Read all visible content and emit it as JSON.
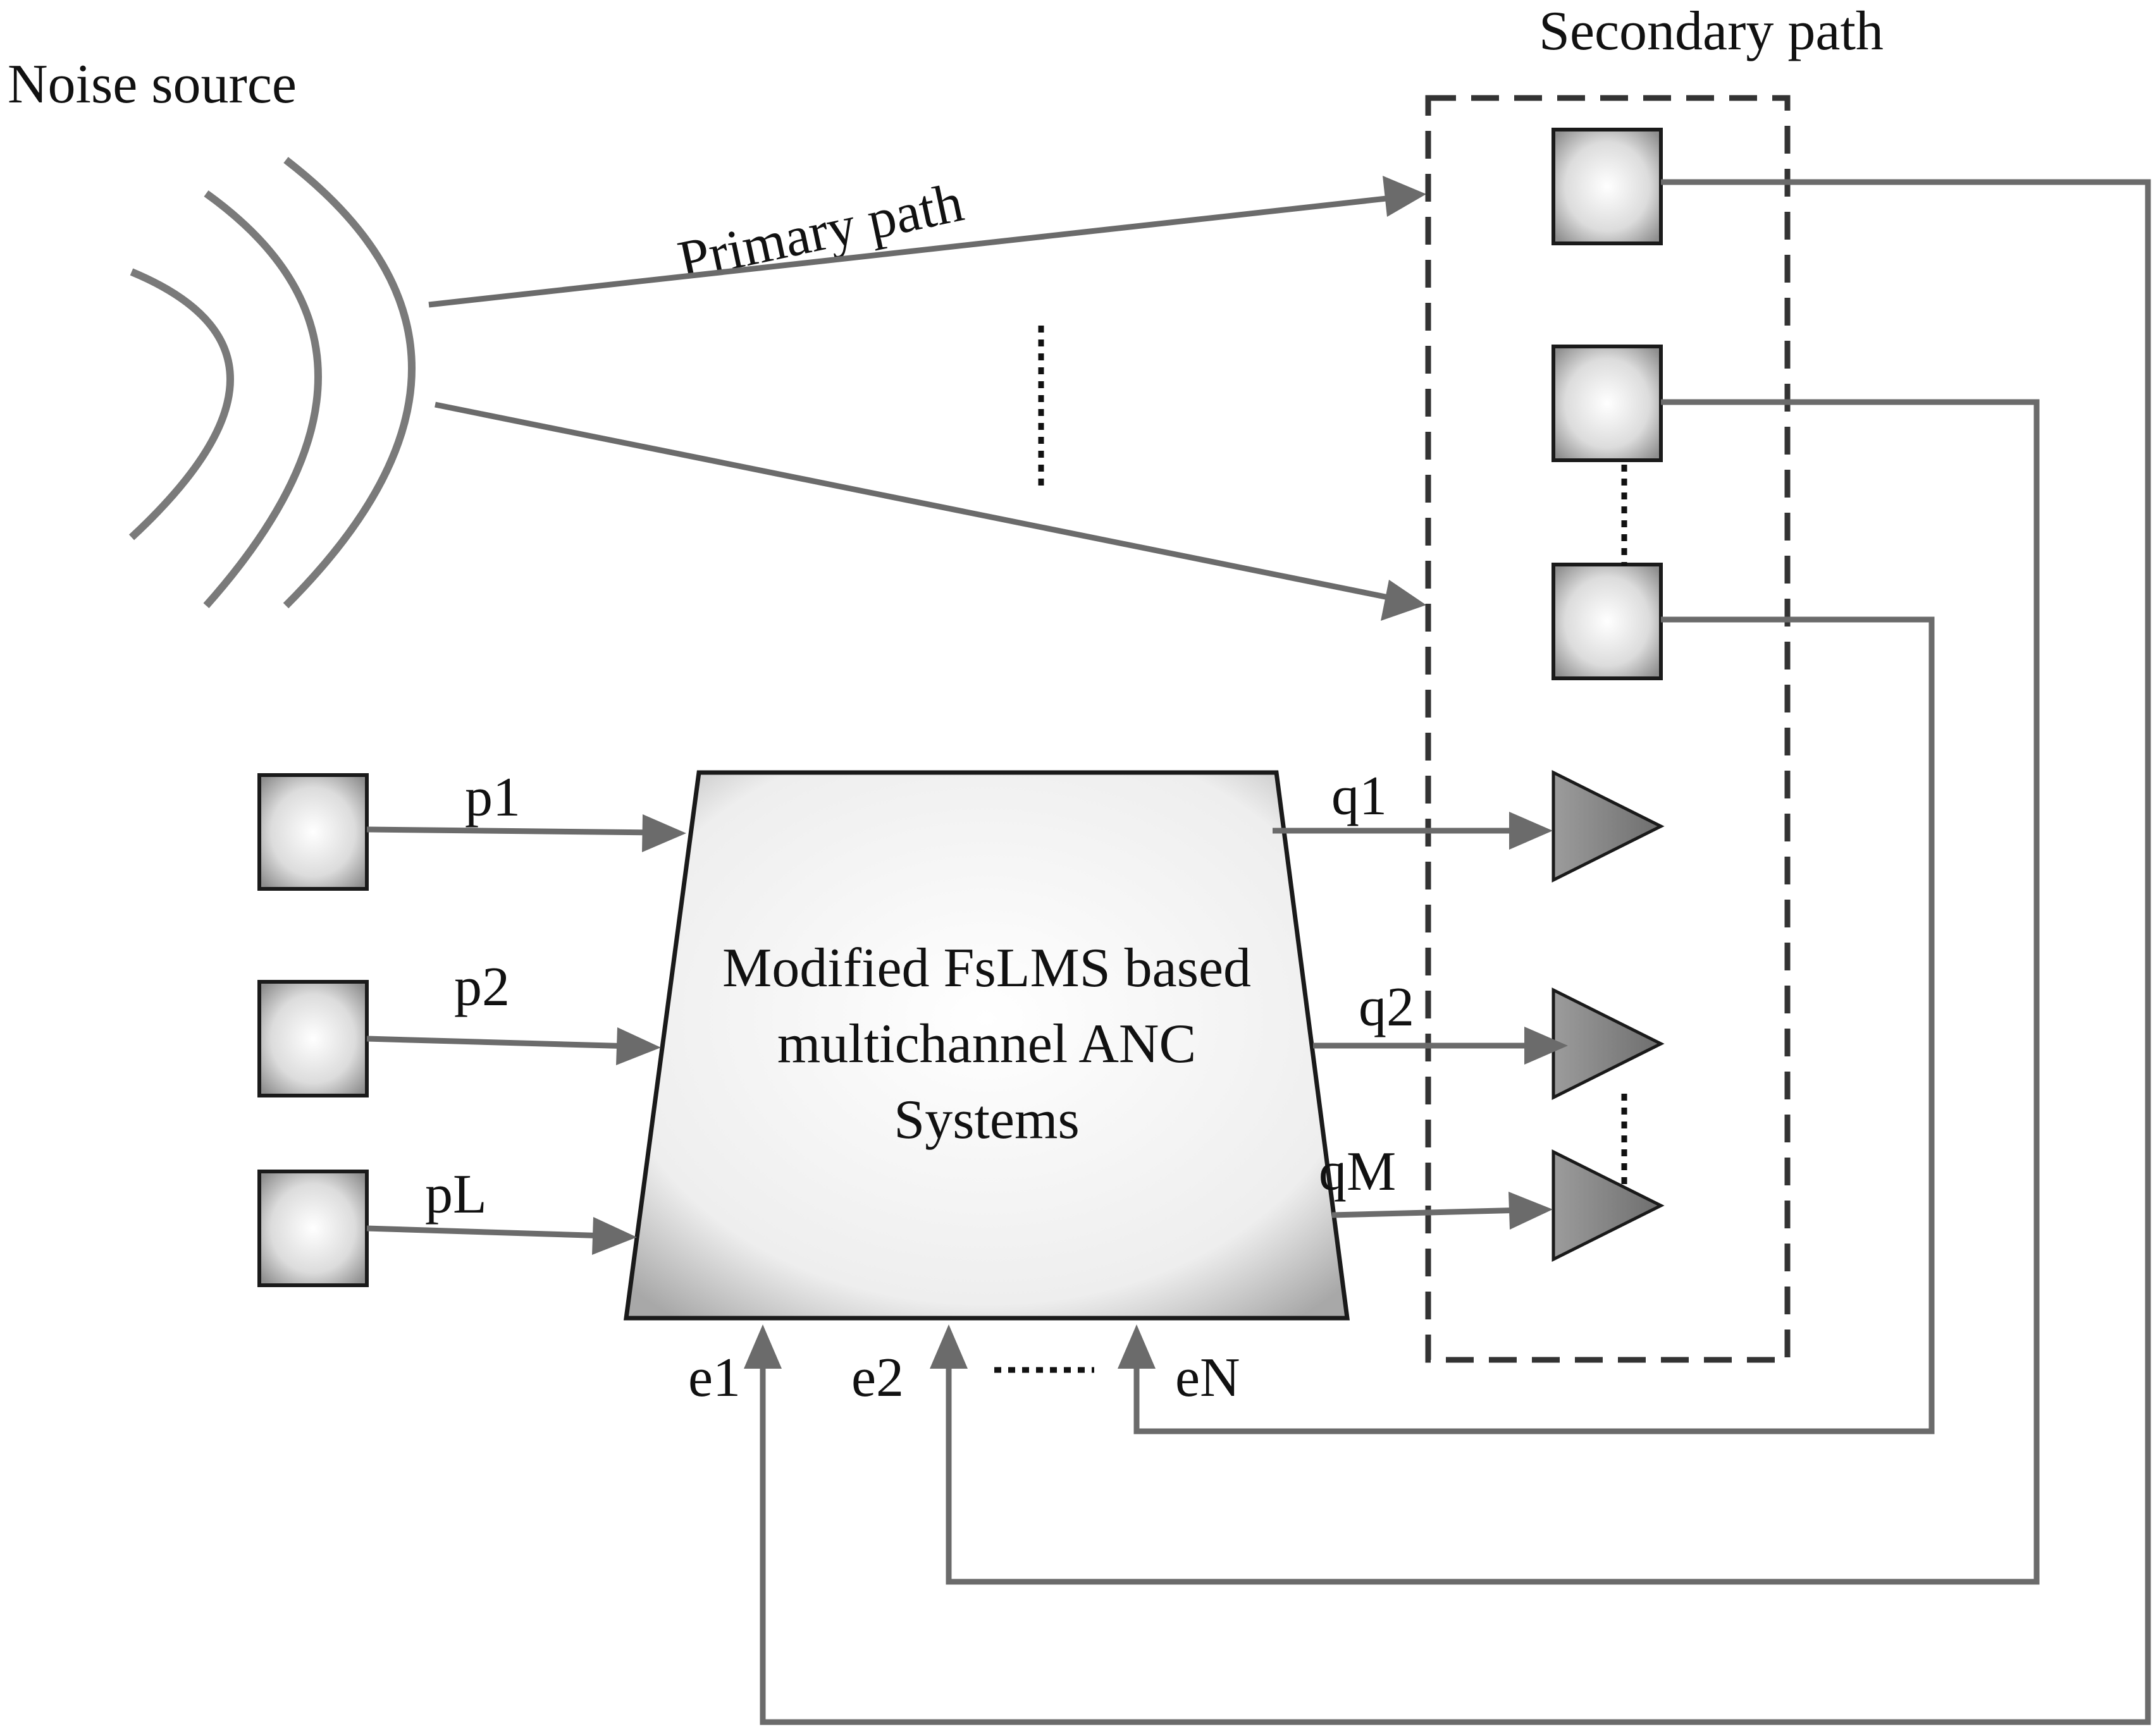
{
  "labels": {
    "noise_source": "Noise source",
    "secondary_path": "Secondary path",
    "primary_path": "Primary path",
    "block_line1": "Modified FsLMS based",
    "block_line2": "multichannel ANC",
    "block_line3": "Systems"
  },
  "inputs": [
    "p1",
    "p2",
    "pL"
  ],
  "outputs": [
    "q1",
    "q2",
    "qM"
  ],
  "errors": [
    "e1",
    "e2",
    "eN"
  ],
  "colors": {
    "wire": "#6b6b6b",
    "box_border": "#1a1a1a",
    "box_fill_center": "#ffffff",
    "box_fill_edge": "#9a9a9a",
    "speaker_fill": "#8a8a8a",
    "dashed_border": "#333333"
  }
}
